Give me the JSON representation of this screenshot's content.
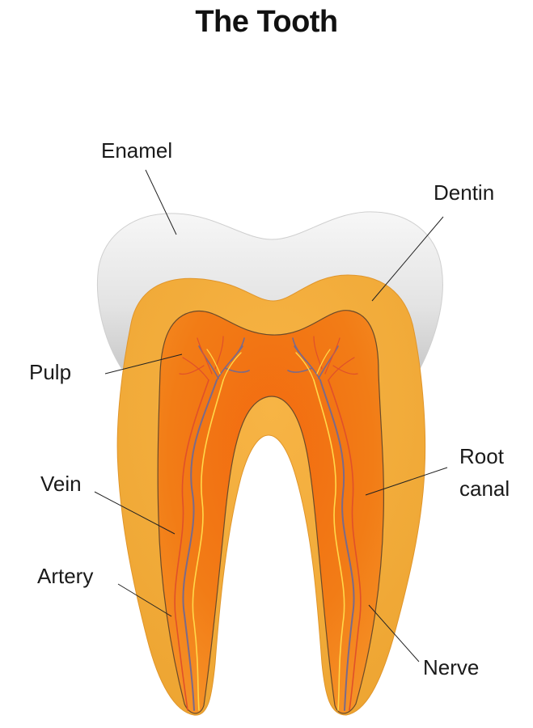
{
  "title": "The Tooth",
  "labels": {
    "enamel": "Enamel",
    "dentin": "Dentin",
    "pulp": "Pulp",
    "root_canal_line1": "Root",
    "root_canal_line2": "canal",
    "vein": "Vein",
    "artery": "Artery",
    "nerve": "Nerve"
  },
  "colors": {
    "enamel": "#e6e6e6",
    "dentin": "#f2a62a",
    "pulp": "#f07a14",
    "vein": "#7a6a8a",
    "artery": "#e0502a",
    "nerve": "#ffd84a",
    "leader": "#222222"
  }
}
